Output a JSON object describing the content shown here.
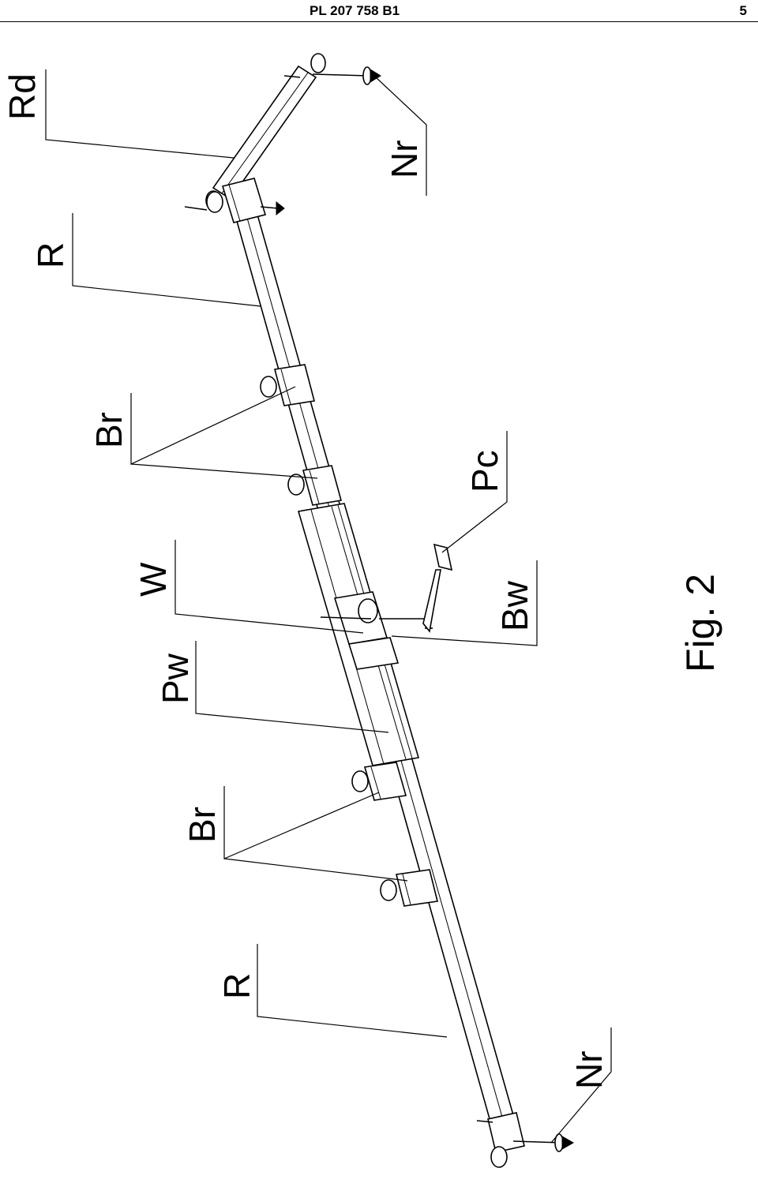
{
  "header": {
    "doc_number": "PL 207 758 B1",
    "page_number": "5"
  },
  "figure": {
    "caption": "Fig. 2",
    "labels": {
      "rd": "Rd",
      "r_top": "R",
      "r_bottom": "R",
      "br_top": "Br",
      "br_bottom": "Br",
      "w": "W",
      "pw": "Pw",
      "bw": "Bw",
      "pc": "Pc",
      "nr_top": "Nr",
      "nr_bottom": "Nr"
    }
  }
}
